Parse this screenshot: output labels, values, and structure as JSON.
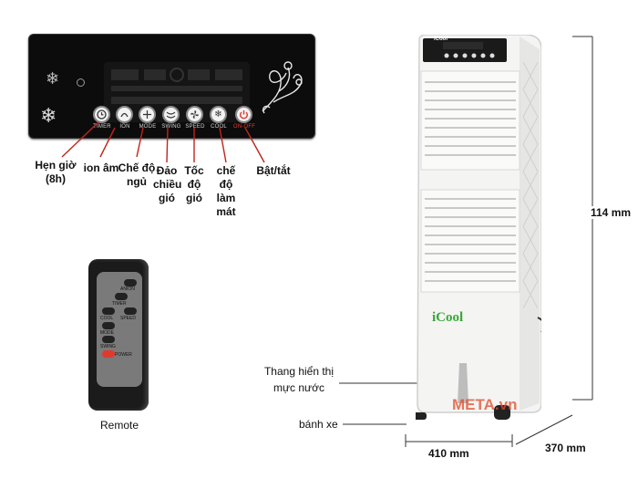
{
  "panel": {
    "buttons": [
      {
        "label": "TIMER",
        "icon": "clock-icon"
      },
      {
        "label": "ION",
        "icon": "ion-icon"
      },
      {
        "label": "MODE",
        "icon": "mode-icon"
      },
      {
        "label": "SWING",
        "icon": "swing-icon"
      },
      {
        "label": "SPEED",
        "icon": "fan-icon"
      },
      {
        "label": "COOL",
        "icon": "snowflake-icon"
      },
      {
        "label": "ON-OFF",
        "icon": "power-icon"
      }
    ]
  },
  "callouts": {
    "timer": "Hẹn giờ\n(8h)",
    "ion": "ion âm",
    "mode": "Chế độ\nngủ",
    "swing": "Đảo\nchiều\ngió",
    "speed": "Tốc\nđộ\ngió",
    "cool": "chế\nđộ\nlàm\nmát",
    "power": "Bật/tắt"
  },
  "remote": {
    "caption": "Remote",
    "buttons": [
      "ANION",
      "TIMER",
      "COOL",
      "SPEED",
      "MODE",
      "SWING",
      "POWER"
    ]
  },
  "cooler": {
    "brand": "iCool",
    "water_level": "Thang hiển thị\nmực nước",
    "wheel": "bánh xe",
    "height": "114 mm",
    "width": "410 mm",
    "depth": "370 mm",
    "watermark": "META.vn"
  },
  "colors": {
    "power": "#e03a2f",
    "panel": "#0c0c0c",
    "body": "#f4f4f2",
    "watermark": "#e04a2a"
  }
}
